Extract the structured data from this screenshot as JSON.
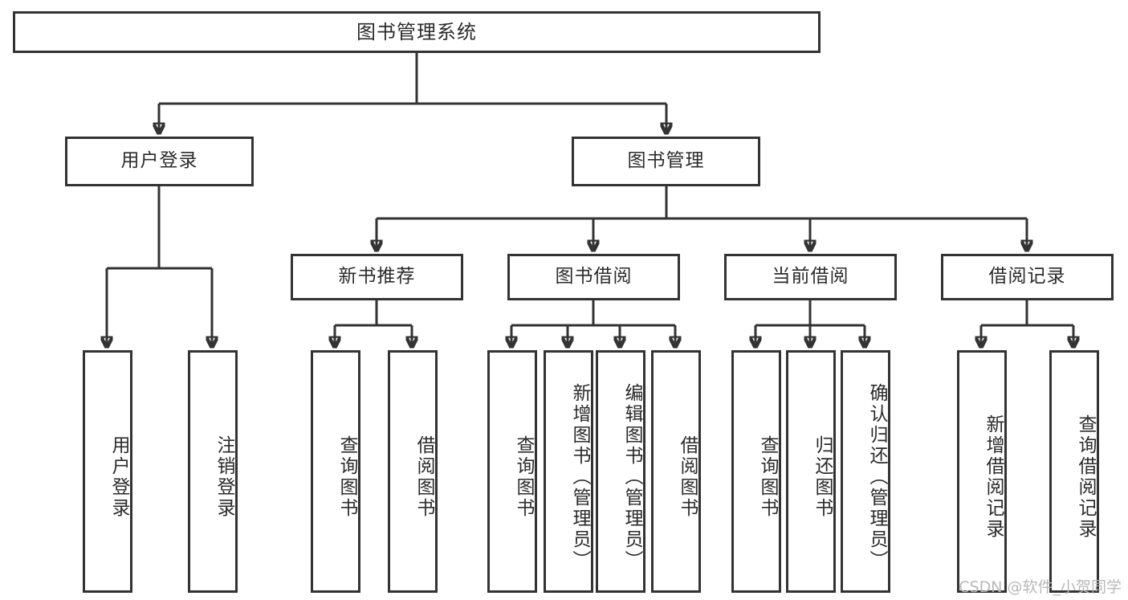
{
  "diagram": {
    "title": "图书管理系统",
    "type": "tree-diagram",
    "orientation": "top-down",
    "colors": {
      "box_border": "#333333",
      "box_fill": "#ffffff",
      "connector": "#333333",
      "text": "#2b2b2b",
      "watermark": "#b9b9b9",
      "background": "#ffffff"
    }
  },
  "root": {
    "label": "图书管理系统"
  },
  "level2": [
    {
      "label": "用户登录"
    },
    {
      "label": "图书管理"
    }
  ],
  "level3": [
    {
      "label": "新书推荐"
    },
    {
      "label": "图书借阅"
    },
    {
      "label": "当前借阅"
    },
    {
      "label": "借阅记录"
    }
  ],
  "leaves": {
    "user_login": [
      {
        "label": "用户登录"
      },
      {
        "label": "注销登录"
      }
    ],
    "new_book_recommend": [
      {
        "label": "查询图书"
      },
      {
        "label": "借阅图书"
      }
    ],
    "book_borrow": [
      {
        "label": "查询图书"
      },
      {
        "label": "新增图书（管理员）"
      },
      {
        "label": "编辑图书（管理员）"
      },
      {
        "label": "借阅图书"
      }
    ],
    "current_borrow": [
      {
        "label": "查询图书"
      },
      {
        "label": "归还图书"
      },
      {
        "label": "确认归还（管理员）"
      }
    ],
    "borrow_record": [
      {
        "label": "新增借阅记录"
      },
      {
        "label": "查询借阅记录"
      }
    ]
  },
  "watermark": {
    "text": "CSDN @软件_小贺同学"
  }
}
